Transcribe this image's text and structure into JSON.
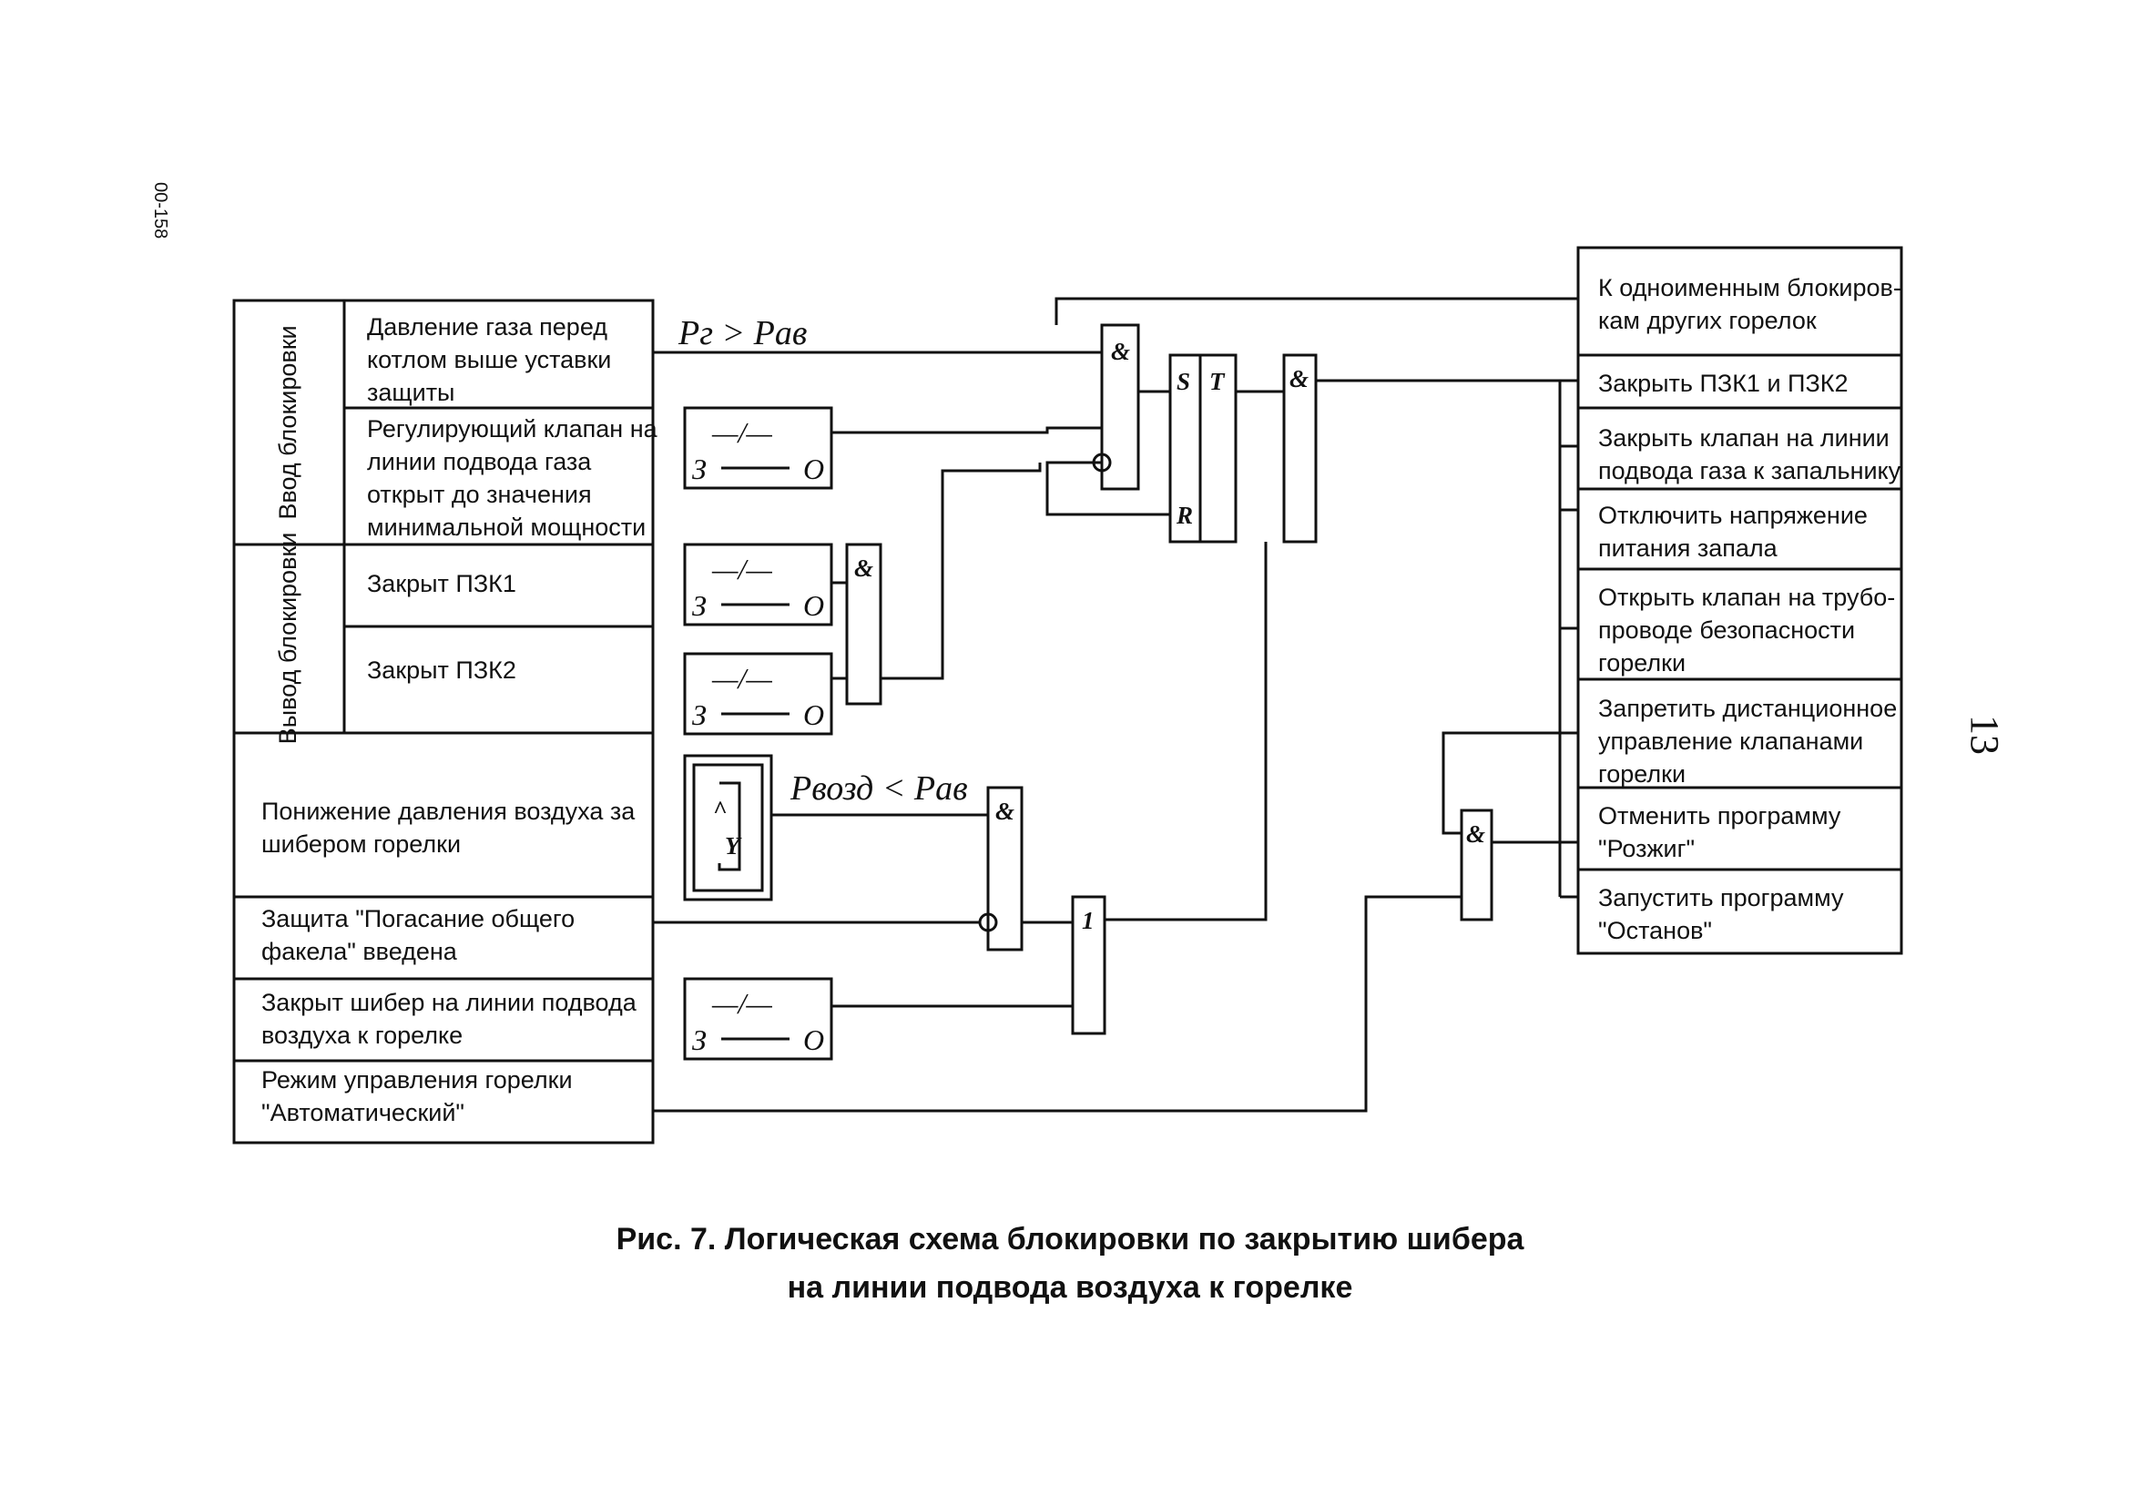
{
  "doc_code": "00-158",
  "page_number": "13",
  "left_groups": {
    "vvod": "Ввод блокировки",
    "vyvod": "Вывод блокировки"
  },
  "inputs": [
    {
      "lines": [
        "Давление газа перед",
        "котлом выше уставки",
        "защиты"
      ]
    },
    {
      "lines": [
        "Регулирующий клапан на",
        "линии подвода газа",
        "открыт до значения",
        "минимальной мощности"
      ]
    },
    {
      "lines": [
        "Закрыт ПЗК1"
      ]
    },
    {
      "lines": [
        "Закрыт ПЗК2"
      ]
    },
    {
      "lines": [
        "Понижение давления воздуха за",
        "шибером горелки"
      ]
    },
    {
      "lines": [
        "Защита \"Погасание общего",
        "факела\" введена"
      ]
    },
    {
      "lines": [
        "Закрыт шибер на линии подвода",
        "воздуха к горелке"
      ]
    },
    {
      "lines": [
        "Режим управления горелки",
        "\"Автоматический\""
      ]
    }
  ],
  "outputs": [
    {
      "lines": [
        "К одноименным блокиров-",
        "кам других горелок"
      ]
    },
    {
      "lines": [
        "Закрыть ПЗК1 и ПЗК2"
      ]
    },
    {
      "lines": [
        "Закрыть клапан на линии",
        "подвода газа к запальнику"
      ]
    },
    {
      "lines": [
        "Отключить напряжение",
        "питания запала"
      ]
    },
    {
      "lines": [
        "Открыть клапан на трубо-",
        "проводе безопасности",
        "горелки"
      ]
    },
    {
      "lines": [
        "Запретить дистанционное",
        "управление клапанами",
        "горелки"
      ]
    },
    {
      "lines": [
        "Отменить программу",
        "\"Розжиг\""
      ]
    },
    {
      "lines": [
        "Запустить программу",
        "\"Останов\""
      ]
    }
  ],
  "formulas": {
    "gas": "Pг > Pав",
    "air": "Pвозд < Pав"
  },
  "switch": {
    "left": "З",
    "right": "О",
    "symbol": "—/—"
  },
  "gates": {
    "and": "&",
    "or": "1",
    "set": "S",
    "reset": "R",
    "trigger": "T"
  },
  "sensor": {
    "up": "^",
    "down": "Y"
  },
  "caption": {
    "line1": "Рис. 7. Логическая схема блокировки по закрытию шибера",
    "line2": "на линии подвода воздуха к горелке"
  }
}
